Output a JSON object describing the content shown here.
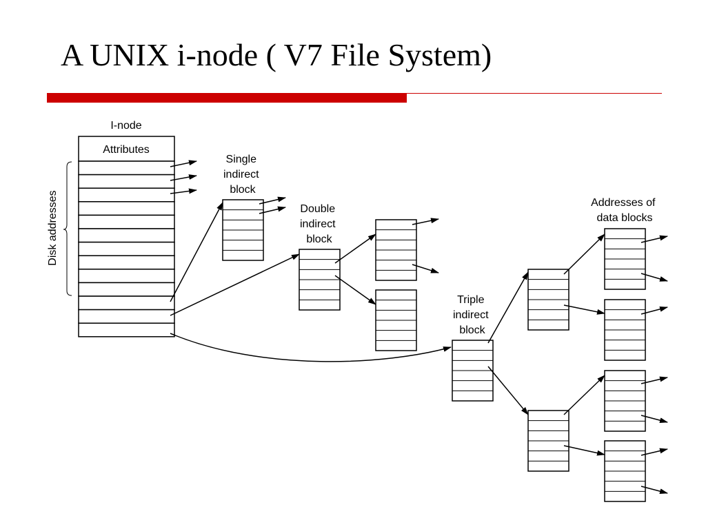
{
  "slide": {
    "title": "A UNIX i-node ( V7 File System)",
    "accent_color": "#cc0000"
  },
  "diagram": {
    "inode_label": "I-node",
    "attributes_label": "Attributes",
    "disk_addresses_label": "Disk addresses",
    "single_indirect_label": [
      "Single",
      "indirect",
      "block"
    ],
    "double_indirect_label": [
      "Double",
      "indirect",
      "block"
    ],
    "triple_indirect_label": [
      "Triple",
      "indirect",
      "block"
    ],
    "data_blocks_label": [
      "Addresses of",
      "data blocks"
    ]
  }
}
